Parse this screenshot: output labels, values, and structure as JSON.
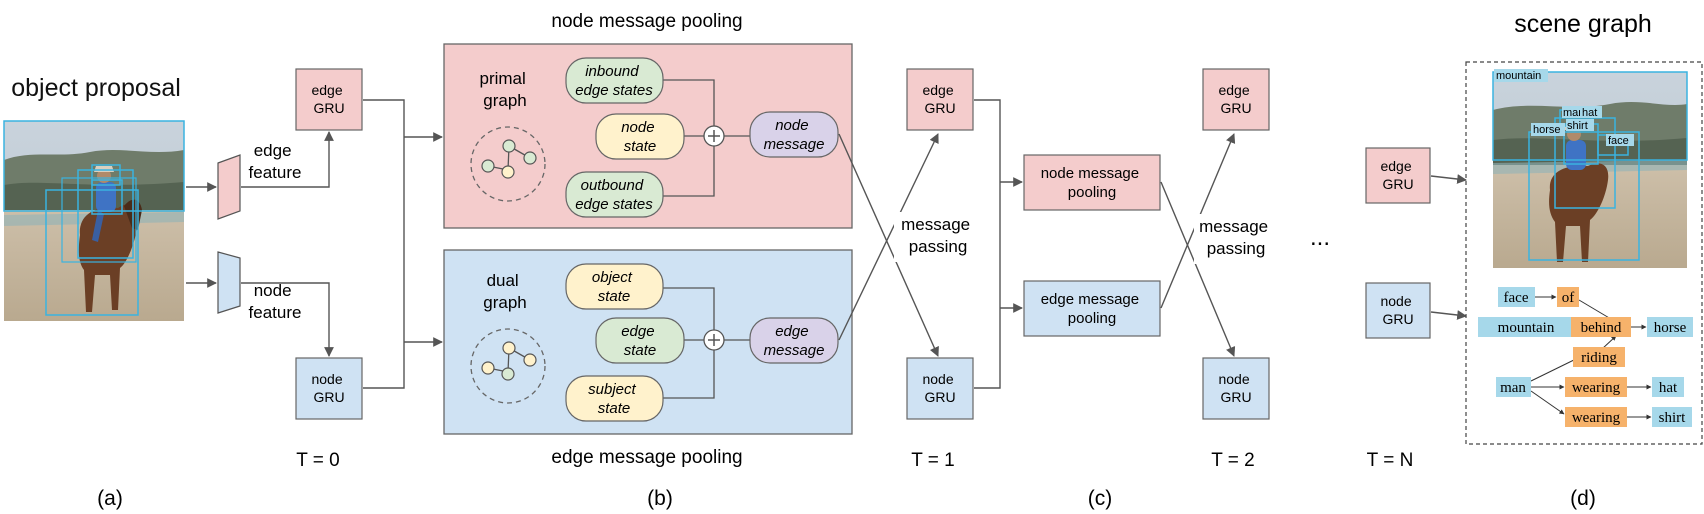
{
  "panels": {
    "a": {
      "title": "object proposal",
      "edge_feature": [
        "edge",
        "feature"
      ],
      "node_feature": [
        "node",
        "feature"
      ],
      "caption": "(a)"
    },
    "b": {
      "top_title": "node message pooling",
      "bottom_title": "edge message pooling",
      "primal_graph": [
        "primal",
        "graph"
      ],
      "dual_graph": [
        "dual",
        "graph"
      ],
      "top_pills": {
        "inbound": [
          "inbound",
          "edge states"
        ],
        "node_state": [
          "node",
          "state"
        ],
        "outbound": [
          "outbound",
          "edge states"
        ],
        "message": [
          "node",
          "message"
        ]
      },
      "bottom_pills": {
        "object": [
          "object",
          "state"
        ],
        "edge_state": [
          "edge",
          "state"
        ],
        "subject": [
          "subject",
          "state"
        ],
        "message": [
          "edge",
          "message"
        ]
      },
      "caption": "(b)"
    },
    "c": {
      "node_pool": [
        "node message",
        "pooling"
      ],
      "edge_pool": [
        "edge message",
        "pooling"
      ],
      "message_passing": [
        "message",
        "passing"
      ],
      "caption": "(c)"
    },
    "d": {
      "title": "scene graph",
      "bbox_labels": {
        "mountain": "mountain",
        "horse": "horse",
        "man": "man",
        "hat": "hat",
        "shirt": "shirt",
        "face": "face"
      },
      "graph_nodes": {
        "face": "face",
        "of": "of",
        "mountain": "mountain",
        "behind": "behind",
        "horse": "horse",
        "riding": "riding",
        "man": "man",
        "wearing1": "wearing",
        "hat": "hat",
        "wearing2": "wearing",
        "shirt": "shirt"
      },
      "caption": "(d)"
    }
  },
  "gru": {
    "edge": [
      "edge",
      "GRU"
    ],
    "node": [
      "node",
      "GRU"
    ]
  },
  "timesteps": {
    "t0": "T = 0",
    "t1": "T = 1",
    "t2": "T = 2",
    "tn": "T = N",
    "ellipsis": "..."
  },
  "colors": {
    "pink": "#f4cccc",
    "blue": "#cfe2f3",
    "green": "#d9ead3",
    "yellow": "#fff2cc",
    "purple": "#d9d2e9",
    "orange": "#f6b26b",
    "cyan": "#a6d8ea",
    "bbox": "#3ab3e0"
  }
}
